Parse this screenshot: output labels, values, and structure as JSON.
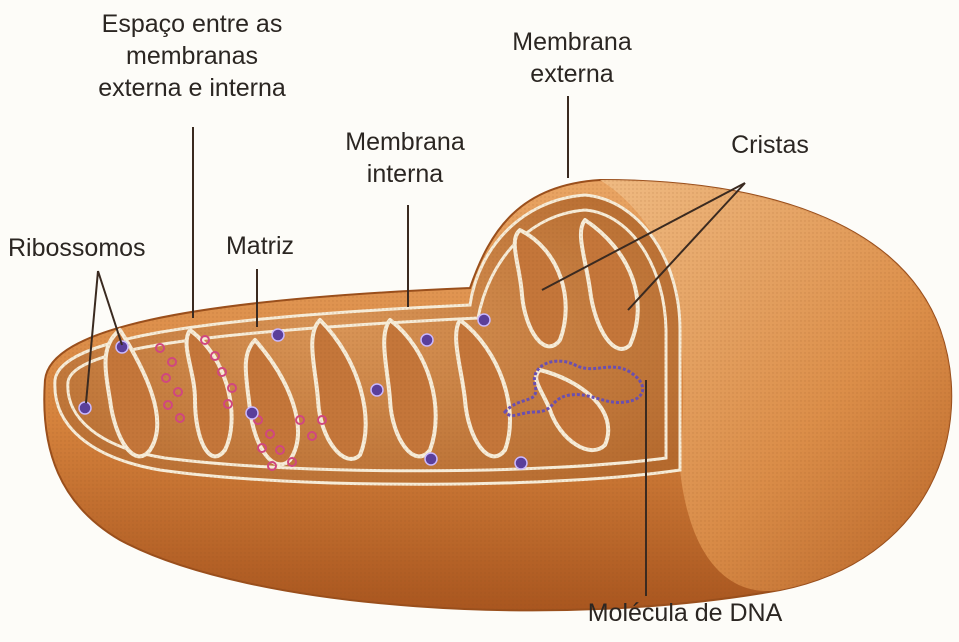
{
  "labels": {
    "intermembrane_space": "Espaço entre as\nmembranas\nexterna e interna",
    "outer_membrane": "Membrana\nexterna",
    "cristae": "Cristas",
    "inner_membrane": "Membrana\ninterna",
    "ribosomes": "Ribossomos",
    "matrix": "Matriz",
    "dna_molecule": "Molécula de DNA"
  },
  "colors": {
    "outer_shell": "#d9863e",
    "shell_shadow": "#a9561f",
    "shell_highlight": "#f2c08a",
    "matrix_fill": "#c97a3c",
    "membrane_line": "#f6ecd8",
    "ribosome": "#5a3f9a",
    "ribosome_small": "#d0477f",
    "dna": "#6a4fb0",
    "leader_line": "#3a2a20"
  }
}
